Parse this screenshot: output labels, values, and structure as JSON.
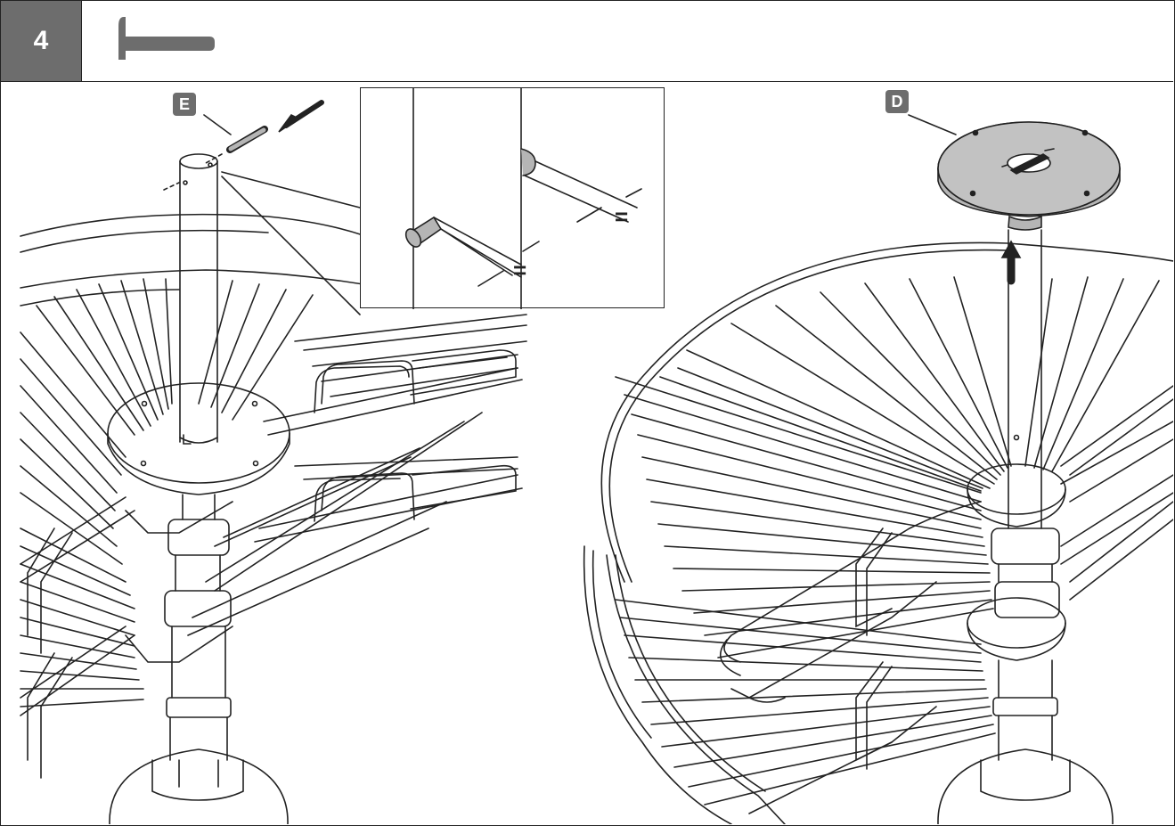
{
  "header": {
    "step_number": "4",
    "tool_icon": "hammer-icon"
  },
  "labels": {
    "part_e": "E",
    "part_d": "D",
    "equal_sign_1": "=",
    "equal_sign_2": "="
  },
  "colors": {
    "step_box": "#6d6d6d",
    "line": "#222222",
    "part_fill": "#b5b5b5"
  }
}
